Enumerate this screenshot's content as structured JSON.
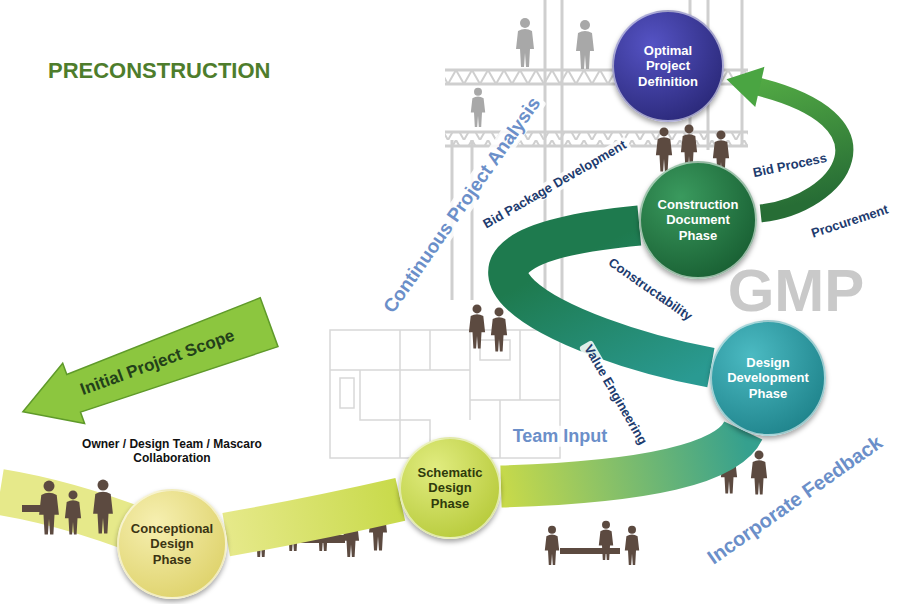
{
  "diagram": {
    "title": "PRECONSTRUCTION",
    "nodes": [
      {
        "text": [
          "Initial Project Scope"
        ]
      },
      {
        "text": [
          "Conceptional Design Phase"
        ]
      },
      {
        "text": [
          "Schematic Design Phase"
        ]
      },
      {
        "text": [
          "Design Development Phase"
        ]
      },
      {
        "text": [
          "Construction Document Phase"
        ]
      },
      {
        "text": [
          "Optimal Project Definition"
        ]
      }
    ],
    "edges": [
      {
        "from": 1,
        "to": 2,
        "arrow": "none"
      },
      {
        "from": 2,
        "to": 3,
        "arrow": "none"
      },
      {
        "from": 3,
        "to": 4,
        "arrow": "none"
      },
      {
        "from": 4,
        "to": 5,
        "arrow": "to",
        "label": "Bid Process"
      }
    ],
    "labels": [
      "Owner / Design Team / Mascaro Collaboration",
      "Team Input",
      "Value Engineering",
      "Constructability",
      "Bid Package Development",
      "Continuous Project Analysis",
      "Procurement",
      "GMP",
      "Incorporate Feedback"
    ]
  }
}
